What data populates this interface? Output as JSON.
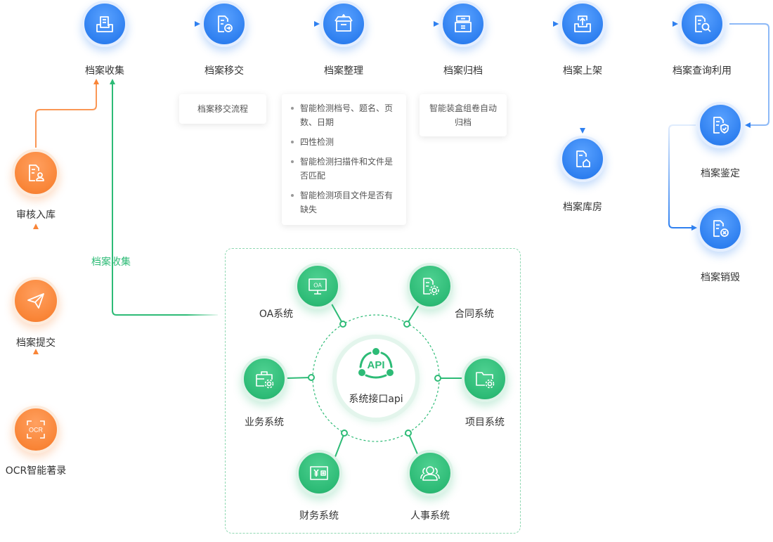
{
  "flow": {
    "collect": "档案收集",
    "transfer": "档案移交",
    "organize": "档案整理",
    "archive": "档案归档",
    "shelve": "档案上架",
    "query": "档案查询利用",
    "warehouse": "档案库房",
    "appraise": "档案鉴定",
    "destroy": "档案销毁"
  },
  "cards": {
    "transfer": "档案移交流程",
    "organize": [
      "智能检测档号、题名、页数、日期",
      "四性检测",
      "智能检测扫描件和文件是否匹配",
      "智能检测项目文件是否有缺失"
    ],
    "archive": "智能装盒组卷自动归档"
  },
  "left": {
    "review": "审核入库",
    "submit": "档案提交",
    "ocr": "OCR智能著录",
    "ocr_icon_text": "OCR"
  },
  "green_flow_label": "档案收集",
  "api": {
    "badge": "API",
    "label": "系统接口api",
    "systems": {
      "oa": "OA系统",
      "oa_icon_text": "OA",
      "contract": "合同系统",
      "business": "业务系统",
      "project": "项目系统",
      "finance": "财务系统",
      "hr": "人事系统"
    }
  },
  "colors": {
    "blue": "#2f80f0",
    "orange": "#f98537",
    "green": "#2dbb76"
  }
}
